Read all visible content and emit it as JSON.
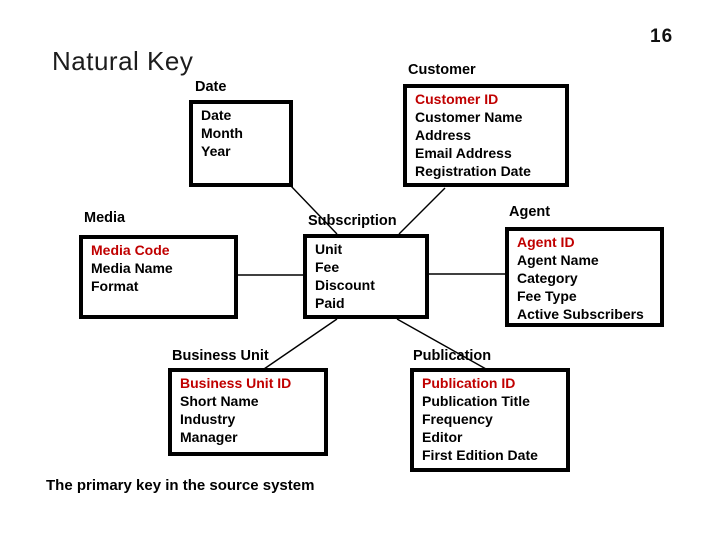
{
  "slide": {
    "page_number": "16",
    "title": "Natural Key",
    "caption": "The primary key in the source system"
  },
  "colors": {
    "key_attribute_red": "#C00000",
    "text_black": "#000000",
    "background": "#FFFFFF"
  },
  "diagram": {
    "entities": [
      {
        "name": "Date",
        "attributes": [
          {
            "text": "Date",
            "is_key": false
          },
          {
            "text": "Month",
            "is_key": false
          },
          {
            "text": "Year",
            "is_key": false
          }
        ]
      },
      {
        "name": "Customer",
        "attributes": [
          {
            "text": "Customer ID",
            "is_key": true
          },
          {
            "text": "Customer Name",
            "is_key": false
          },
          {
            "text": "Address",
            "is_key": false
          },
          {
            "text": "Email Address",
            "is_key": false
          },
          {
            "text": "Registration Date",
            "is_key": false
          }
        ]
      },
      {
        "name": "Media",
        "attributes": [
          {
            "text": "Media Code",
            "is_key": true
          },
          {
            "text": "Media Name",
            "is_key": false
          },
          {
            "text": "Format",
            "is_key": false
          }
        ]
      },
      {
        "name": "Subscription",
        "attributes": [
          {
            "text": "Unit",
            "is_key": false
          },
          {
            "text": "Fee",
            "is_key": false
          },
          {
            "text": "Discount",
            "is_key": false
          },
          {
            "text": "Paid",
            "is_key": false
          }
        ]
      },
      {
        "name": "Agent",
        "attributes": [
          {
            "text": "Agent ID",
            "is_key": true
          },
          {
            "text": "Agent Name",
            "is_key": false
          },
          {
            "text": "Category",
            "is_key": false
          },
          {
            "text": "Fee Type",
            "is_key": false
          },
          {
            "text": "Active Subscribers",
            "is_key": false
          }
        ]
      },
      {
        "name": "Business Unit",
        "attributes": [
          {
            "text": "Business Unit ID",
            "is_key": true
          },
          {
            "text": "Short Name",
            "is_key": false
          },
          {
            "text": "Industry",
            "is_key": false
          },
          {
            "text": "Manager",
            "is_key": false
          }
        ]
      },
      {
        "name": "Publication",
        "attributes": [
          {
            "text": "Publication ID",
            "is_key": true
          },
          {
            "text": "Publication Title",
            "is_key": false
          },
          {
            "text": "Frequency",
            "is_key": false
          },
          {
            "text": "Editor",
            "is_key": false
          },
          {
            "text": "First Edition Date",
            "is_key": false
          }
        ]
      }
    ],
    "connections": [
      {
        "from": "Date",
        "to": "Subscription"
      },
      {
        "from": "Customer",
        "to": "Subscription"
      },
      {
        "from": "Media",
        "to": "Subscription"
      },
      {
        "from": "Subscription",
        "to": "Agent"
      },
      {
        "from": "Subscription",
        "to": "Business Unit"
      },
      {
        "from": "Subscription",
        "to": "Publication"
      }
    ]
  }
}
